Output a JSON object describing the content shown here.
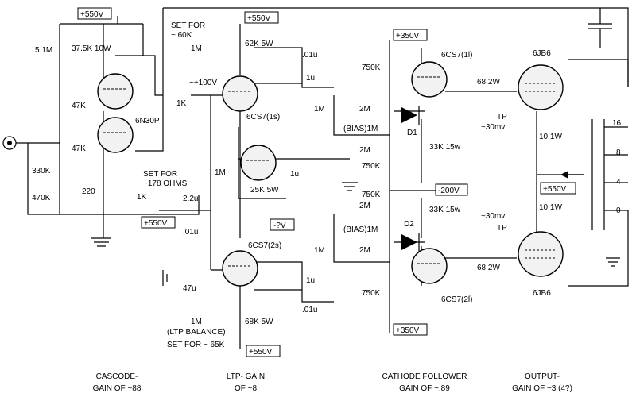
{
  "supply": {
    "plus550": "+550V",
    "plus350": "+350V",
    "minus200": "-200V",
    "minus_q": "-?V"
  },
  "tubes": {
    "cascode": "6N30P",
    "ltp_1": "6CS7(1s)",
    "ltp_2": "6CS7(2s)",
    "cf_1": "6CS7(1l)",
    "cf_2": "6CS7(2l)",
    "out_1": "6JB6",
    "out_2": "6JB6"
  },
  "components": {
    "r_5m1": "5.1M",
    "r_37k5": "37.5K 10W",
    "r_47k_a": "47K",
    "r_47k_b": "47K",
    "r_330k": "330K",
    "r_470k": "470K",
    "r_220": "220",
    "r_1k_pot": "1K",
    "r_1k_series": "1K",
    "r_1m_pot_top": "1M",
    "r_62k": "62K 5W",
    "r_1m_mid": "1M",
    "r_25k": "25K 5W",
    "c_1u_mid": "1u",
    "c_2u2": "2.2u",
    "c_01u_left": ".01u",
    "c_47u": "47u",
    "r_1m_pot_bot": "1M",
    "r_68k": "68K 5W",
    "c_01u_top": ".01u",
    "c_1u_top": "1u",
    "c_1u_bot": "1u",
    "c_01u_bot": ".01u",
    "r_750k_1": "750K",
    "r_750k_2": "750K",
    "r_750k_3": "750K",
    "r_750k_4": "750K",
    "r_2m_1": "2M",
    "r_2m_2": "2M",
    "r_2m_3": "2M",
    "r_2m_4": "2M",
    "r_1m_bias_top": "1M",
    "r_1m_bias_bot": "1M",
    "bias_top": "(BIAS)1M",
    "bias_bot": "(BIAS)1M",
    "d1": "D1",
    "d2": "D2",
    "r_33k_1": "33K 15w",
    "r_33k_2": "33K 15w",
    "r_68_1": "68  2W",
    "r_68_2": "68  2W",
    "r_10_1": "10  1W",
    "r_10_2": "10  1W",
    "tp_top": "TP",
    "tp_bot": "TP",
    "mv_top": "~30mv",
    "mv_bot": "~30mv",
    "tap_16": "16",
    "tap_8": "8",
    "tap_4": "4",
    "tap_0": "0"
  },
  "notes": {
    "set_60k_1": "SET FOR",
    "set_60k_2": "~ 60K",
    "v100": "~+100V",
    "set_178_1": "SET FOR",
    "set_178_2": "~178 OHMS",
    "ltp_balance": "(LTP BALANCE)",
    "set_65k": "SET FOR ~ 65K"
  },
  "sections": [
    {
      "line1": "CASCODE-",
      "line2": "GAIN OF ~88"
    },
    {
      "line1": "LTP- GAIN",
      "line2": "OF ~8"
    },
    {
      "line1": "CATHODE FOLLOWER",
      "line2": "GAIN OF ~.89"
    },
    {
      "line1": "OUTPUT-",
      "line2": "GAIN OF ~3 (4?)"
    }
  ]
}
